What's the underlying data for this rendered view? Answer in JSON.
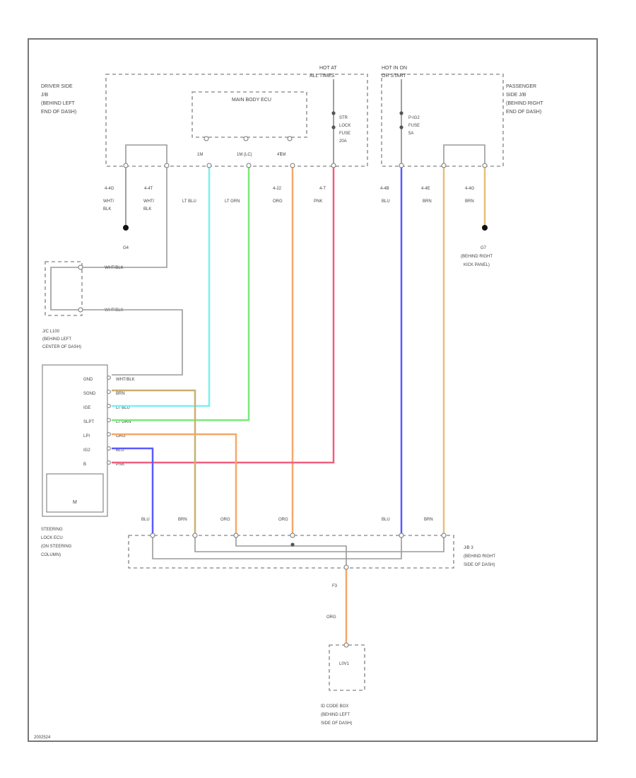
{
  "code": "2002524",
  "colors": {
    "blue": "#5a5aff",
    "lt_blu": "#7af0f0",
    "lt_grn": "#7ae87a",
    "org": "#f4a86a",
    "pnk": "#f06080",
    "brn": "#c8b070",
    "yel": "#e6c07a",
    "gray": "#9a9a9a"
  },
  "blocks": {
    "driver_jb": [
      "DRIVER SIDE",
      "J/B",
      "(BEHIND LEFT",
      "END OF DASH)"
    ],
    "passenger_jb": [
      "PASSENGER",
      "SIDE J/B",
      "(BEHIND RIGHT",
      "END OF DASH)"
    ],
    "hot_at_all": [
      "HOT AT",
      "ALL TIMES"
    ],
    "hot_in_on": [
      "HOT IN ON",
      "OR START"
    ],
    "main_body_ecu": "MAIN BODY ECU",
    "str_fuse": [
      "STR",
      "LOCK",
      "FUSE",
      "20A"
    ],
    "p_ig2_fuse": [
      "P-IG2",
      "FUSE",
      "5A"
    ]
  },
  "pins_top": {
    "main": [
      "1M",
      "1M (LC)",
      "1M"
    ],
    "fuse_pin": "4T",
    "left": [
      "4-4G",
      "4-4T"
    ],
    "main_wires": [
      "4-22",
      "4-T"
    ],
    "right": [
      "4-4B",
      "4-4E",
      "4-4G"
    ]
  },
  "wire_labels_top": {
    "left1": [
      "WHT/",
      "BLK"
    ],
    "left2": [
      "WHT/",
      "BLK"
    ],
    "lt_blu": "LT BLU",
    "lt_grn": "LT GRN",
    "org": "ORG",
    "pnk": "PNK",
    "blu": "BLU",
    "brn1": "BRN",
    "brn2": "BRN"
  },
  "grounds": {
    "g4": "G4",
    "g7": [
      "G7",
      "(BEHIND RIGHT",
      "KICK PANEL)"
    ]
  },
  "jc": {
    "wire1": "WHT/BLK",
    "wire2": "WHT/BLK",
    "label": [
      "J/C L100",
      "(BEHIND LEFT",
      "CENTER OF DASH)"
    ]
  },
  "steering_lock": {
    "pins": [
      "GND",
      "SGND",
      "IGE",
      "SLPT",
      "LPI",
      "IG2",
      "B"
    ],
    "wires": [
      "WHT/BLK",
      "BRN",
      "LT BLU",
      "LT GRN",
      "ORG",
      "BLU",
      "PNK"
    ],
    "motor": "M",
    "label": [
      "STEERING",
      "LOCK ECU",
      "(ON STEERING",
      "COLUMN)"
    ]
  },
  "junction_bottom": {
    "wires": [
      "BLU",
      "BRN",
      "ORG",
      "ORG",
      "BLU",
      "BRN"
    ],
    "label": [
      "J/B 3",
      "(BEHIND RIGHT",
      "SIDE OF DASH)"
    ]
  },
  "id_code_box": {
    "pin": "F3",
    "wire": "ORG",
    "inner": "L0V1",
    "label": [
      "ID CODE BOX",
      "(BEHIND LEFT",
      "SIDE OF DASH)"
    ]
  }
}
